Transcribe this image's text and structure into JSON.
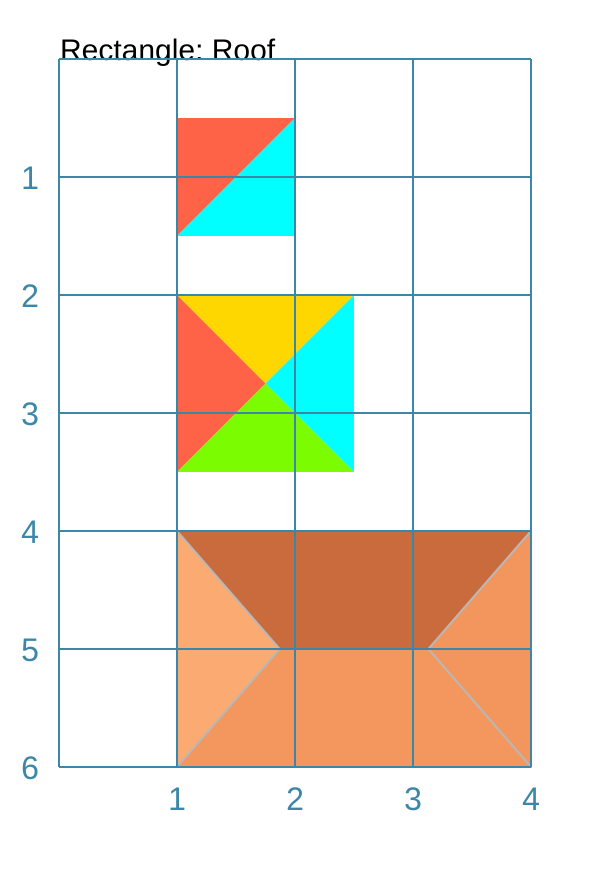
{
  "title": "Rectangle: Roof",
  "colors": {
    "grid": "#3c87a8",
    "tick_text": "#3c87a8",
    "red": "#ff6347",
    "cyan": "#00ffff",
    "gold": "#ffd700",
    "green": "#7cfc00",
    "roof_top": "#c96b3c",
    "roof_left": "#fbab72",
    "roof_right": "#f3965d",
    "roof_bottom": "#f3975e",
    "roof_edge": "#b8b8b8"
  },
  "axes": {
    "x_ticks": [
      "1",
      "2",
      "3",
      "4"
    ],
    "y_ticks": [
      "1",
      "2",
      "3",
      "4",
      "5",
      "6"
    ]
  },
  "shapes": [
    {
      "name": "triangle-red-small",
      "color": "red",
      "points": [
        [
          1,
          0.5
        ],
        [
          2,
          0.5
        ],
        [
          1,
          1.5
        ]
      ]
    },
    {
      "name": "triangle-cyan-small",
      "color": "cyan",
      "points": [
        [
          2,
          0.5
        ],
        [
          2,
          1.5
        ],
        [
          1,
          1.5
        ]
      ]
    },
    {
      "name": "triangle-gold",
      "color": "gold",
      "points": [
        [
          1,
          2
        ],
        [
          2.5,
          2
        ],
        [
          1.75,
          2.75
        ]
      ]
    },
    {
      "name": "triangle-red",
      "color": "red",
      "points": [
        [
          1,
          2
        ],
        [
          1.75,
          2.75
        ],
        [
          1,
          3.5
        ]
      ]
    },
    {
      "name": "triangle-cyan",
      "color": "cyan",
      "points": [
        [
          2.5,
          2
        ],
        [
          2.5,
          3.5
        ],
        [
          1.75,
          2.75
        ]
      ]
    },
    {
      "name": "triangle-green",
      "color": "green",
      "points": [
        [
          1,
          3.5
        ],
        [
          2.5,
          3.5
        ],
        [
          1.75,
          2.75
        ]
      ]
    },
    {
      "name": "roof-top-face",
      "color": "roof_top",
      "points": [
        [
          1,
          4
        ],
        [
          4,
          4
        ],
        [
          3.13,
          5
        ],
        [
          1.87,
          5
        ]
      ]
    },
    {
      "name": "roof-left-face",
      "color": "roof_left",
      "points": [
        [
          1,
          4
        ],
        [
          1.87,
          5
        ],
        [
          1,
          6
        ]
      ]
    },
    {
      "name": "roof-right-face",
      "color": "roof_right",
      "points": [
        [
          4,
          4
        ],
        [
          4,
          6
        ],
        [
          3.13,
          5
        ]
      ]
    },
    {
      "name": "roof-bottom-face",
      "color": "roof_bottom",
      "points": [
        [
          1,
          6
        ],
        [
          1.87,
          5
        ],
        [
          3.13,
          5
        ],
        [
          4,
          6
        ]
      ]
    }
  ]
}
